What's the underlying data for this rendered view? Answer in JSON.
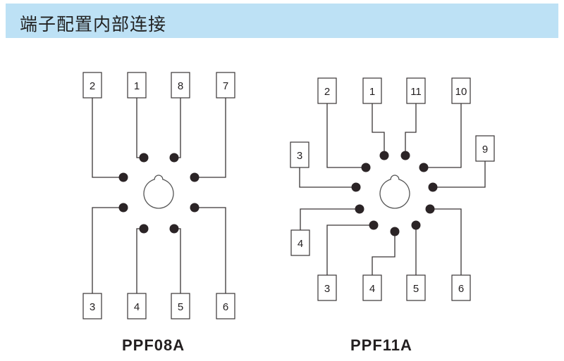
{
  "header": {
    "title": "端子配置内部连接"
  },
  "diagrams": [
    {
      "id": "ppf08a",
      "model": "PPF08A",
      "terminal_count": 8,
      "top_terminals": [
        "2",
        "1",
        "8",
        "7"
      ],
      "bottom_terminals": [
        "3",
        "4",
        "5",
        "6"
      ]
    },
    {
      "id": "ppf11a",
      "model": "PPF11A",
      "terminal_count": 11,
      "top_terminals": [
        "2",
        "1",
        "11",
        "10"
      ],
      "side_left_terminals": [
        "3",
        "4"
      ],
      "side_right_terminals": [
        "9"
      ],
      "bottom_terminals": [
        "3",
        "4",
        "5",
        "6"
      ]
    }
  ],
  "colors": {
    "banner": "#bde1f5",
    "line": "#3a3536",
    "pin": "#2b2426",
    "text": "#231f20"
  }
}
